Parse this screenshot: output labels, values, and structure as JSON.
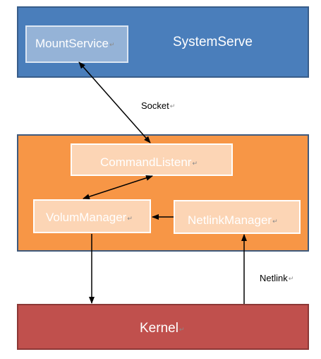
{
  "system_serve": {
    "title": "SystemServe",
    "mount_service": "MountService"
  },
  "vold": {
    "command_listener": "CommandListenr",
    "volum_manager": "VolumManager",
    "netlink_manager": "NetlinkManager"
  },
  "kernel": {
    "title": "Kernel"
  },
  "connectors": {
    "socket": "Socket",
    "netlink": "Netlink"
  },
  "return_mark": "↵",
  "colors": {
    "system_serve_fill": "#4a7ebb",
    "mount_service_fill": "#95b3d7",
    "vold_fill": "#f79646",
    "component_fill": "#fcd5b5",
    "kernel_fill": "#c0504d",
    "arrow": "#000000"
  }
}
